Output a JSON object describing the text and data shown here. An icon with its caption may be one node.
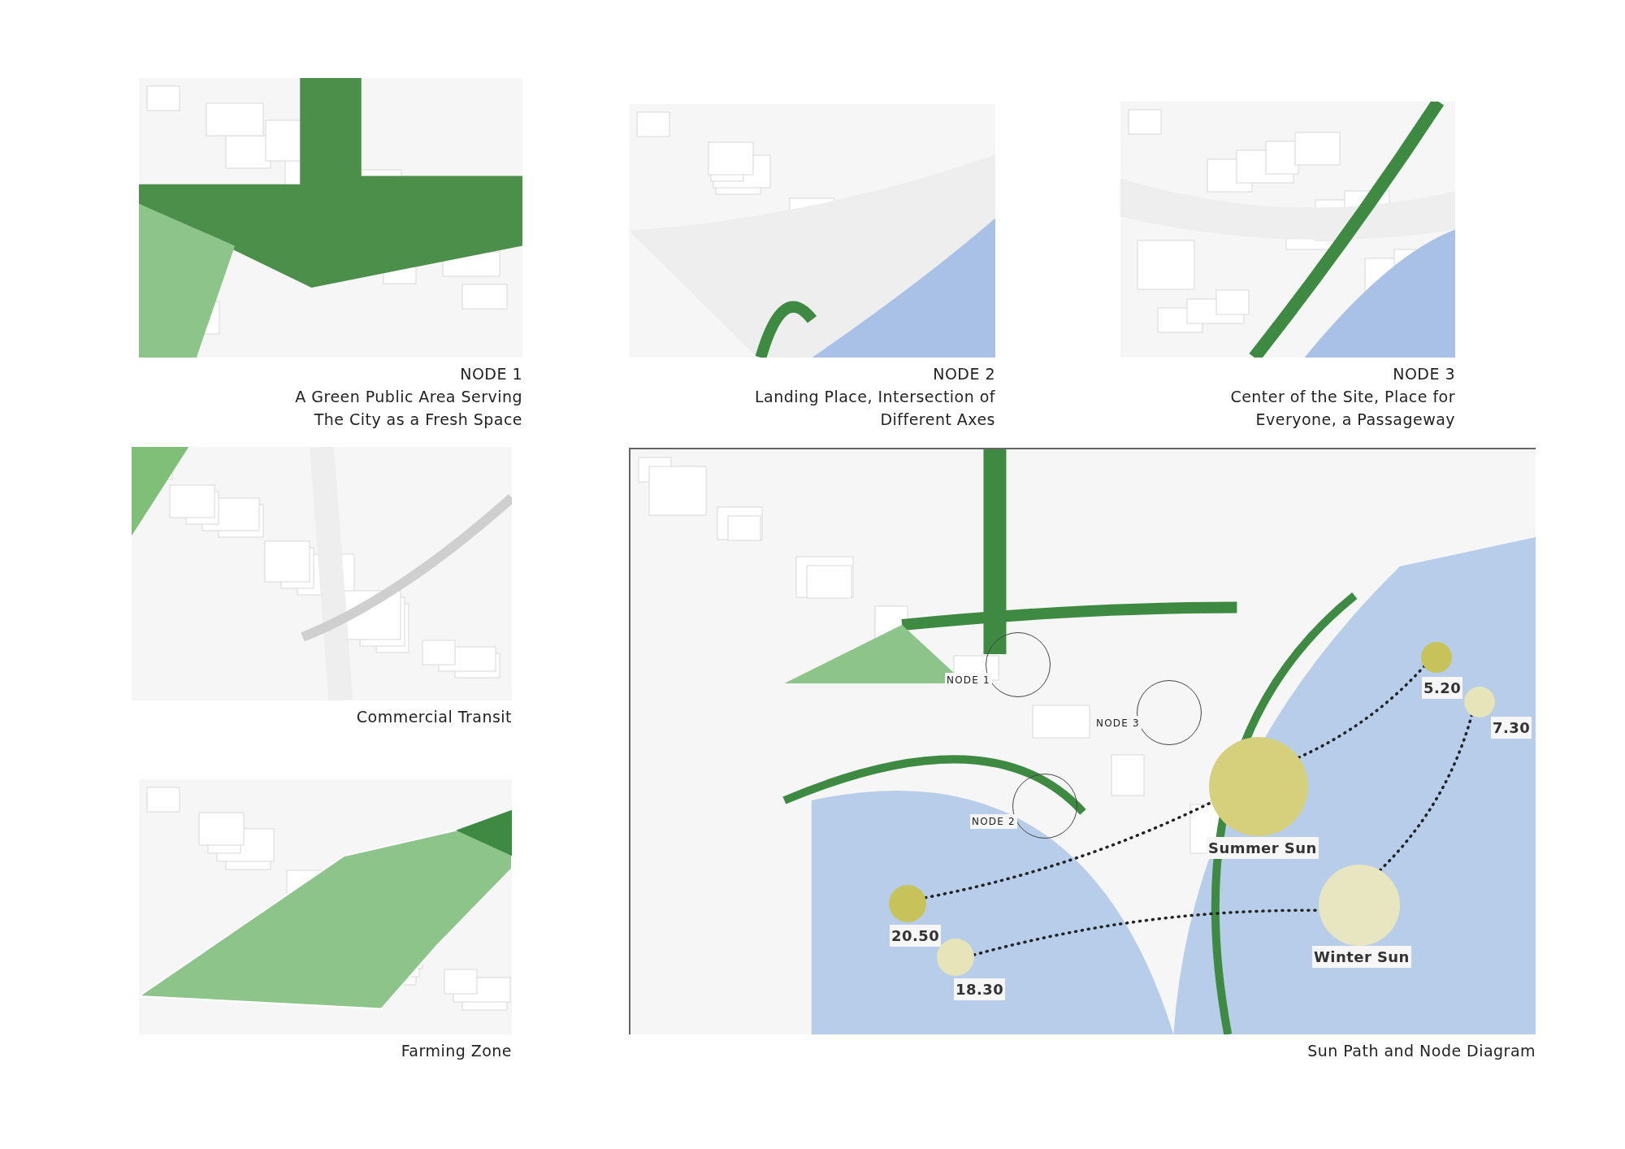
{
  "diagram": {
    "nodes": [
      {
        "text": [
          "NODE 1",
          "A Green Public Area Serving The City as a Fresh Space"
        ]
      },
      {
        "text": [
          "NODE 2",
          "Landing Place, Intersection of Different Axes"
        ]
      },
      {
        "text": [
          "NODE 3",
          "Center of the Site, Place for Everyone, a Passageway"
        ]
      },
      {
        "text": [
          "Commercial Transit"
        ]
      },
      {
        "text": [
          "Farming Zone"
        ]
      },
      {
        "text": [
          "Sun Path and Node Diagram"
        ]
      },
      {
        "text": [
          "NODE 1"
        ],
        "in": 5
      },
      {
        "text": [
          "NODE 3"
        ],
        "in": 5
      },
      {
        "text": [
          "NODE 2"
        ],
        "in": 5
      },
      {
        "text": [
          "5.20"
        ],
        "in": 5
      },
      {
        "text": [
          "7.30"
        ],
        "in": 5
      },
      {
        "text": [
          "Summer Sun"
        ],
        "in": 5
      },
      {
        "text": [
          "20.50"
        ],
        "in": 5
      },
      {
        "text": [
          "Winter Sun"
        ],
        "in": 5
      },
      {
        "text": [
          "18.30"
        ],
        "in": 5
      }
    ],
    "edges": [
      {
        "from": 12,
        "to": 11,
        "arrow": "none",
        "style": "dashed"
      },
      {
        "from": 11,
        "to": 9,
        "arrow": "none",
        "style": "dashed"
      },
      {
        "from": 14,
        "to": 13,
        "arrow": "none",
        "style": "dashed"
      },
      {
        "from": 13,
        "to": 10,
        "arrow": "none",
        "style": "dashed"
      }
    ]
  }
}
